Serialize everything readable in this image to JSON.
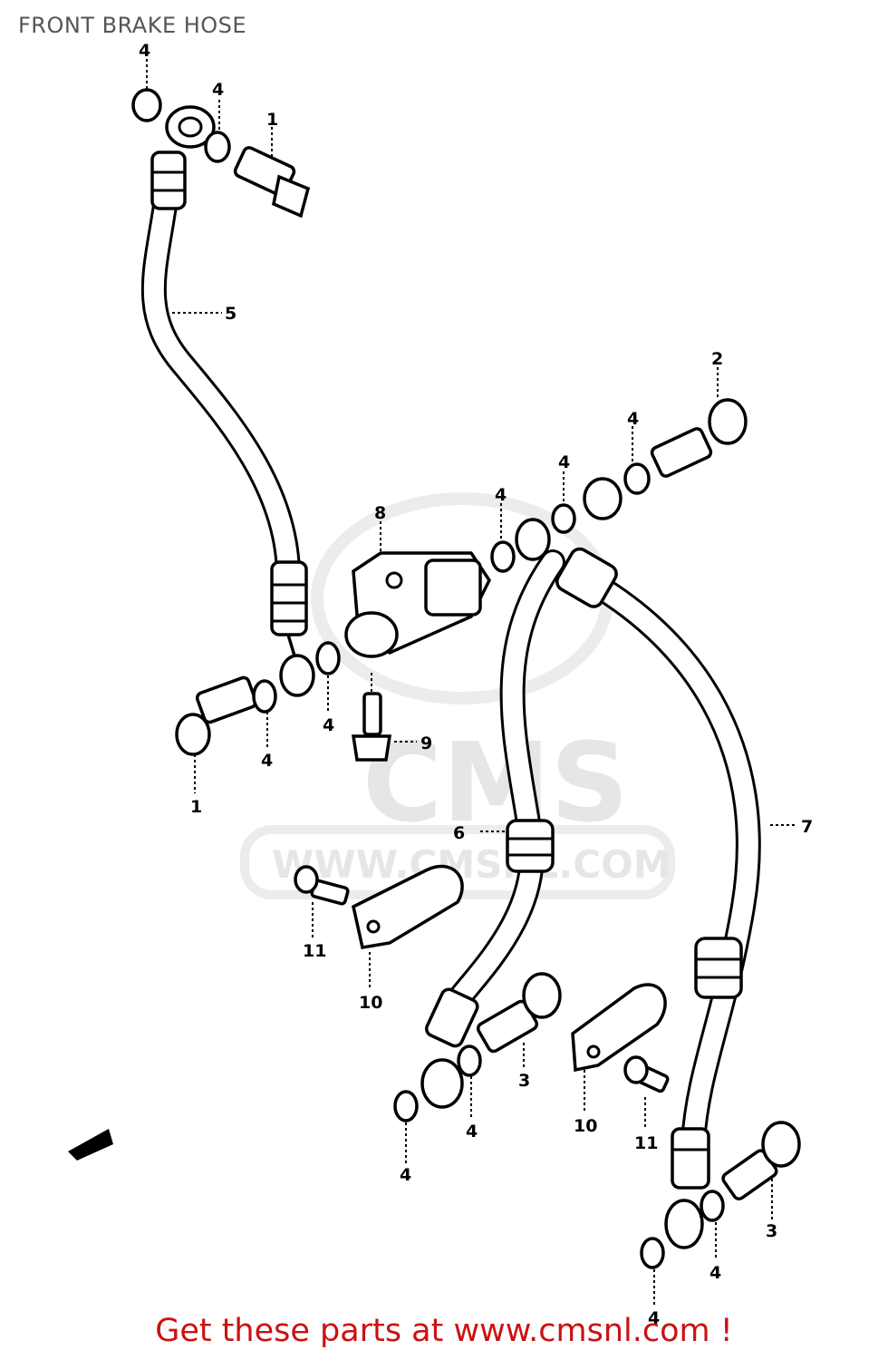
{
  "title": "FRONT BRAKE HOSE",
  "footer": {
    "link_text": "Get these parts at www.cmsnl.com !"
  },
  "watermark": {
    "logo": "CMS",
    "url": "WWW.CMSNL.COM"
  },
  "callouts": {
    "c1a": "1",
    "c1b": "1",
    "c2": "2",
    "c3a": "3",
    "c3b": "3",
    "c4a": "4",
    "c4b": "4",
    "c4c": "4",
    "c4d": "4",
    "c4e": "4",
    "c4f": "4",
    "c4g": "4",
    "c4h": "4",
    "c4i": "4",
    "c4j": "4",
    "c4k": "4",
    "c5": "5",
    "c6": "6",
    "c7": "7",
    "c8": "8",
    "c9": "9",
    "c10a": "10",
    "c10b": "10",
    "c11a": "11",
    "c11b": "11"
  },
  "colors": {
    "title": "#555555",
    "footer": "#cc1111",
    "lines": "#000000",
    "watermark": "#e6e6e6"
  }
}
